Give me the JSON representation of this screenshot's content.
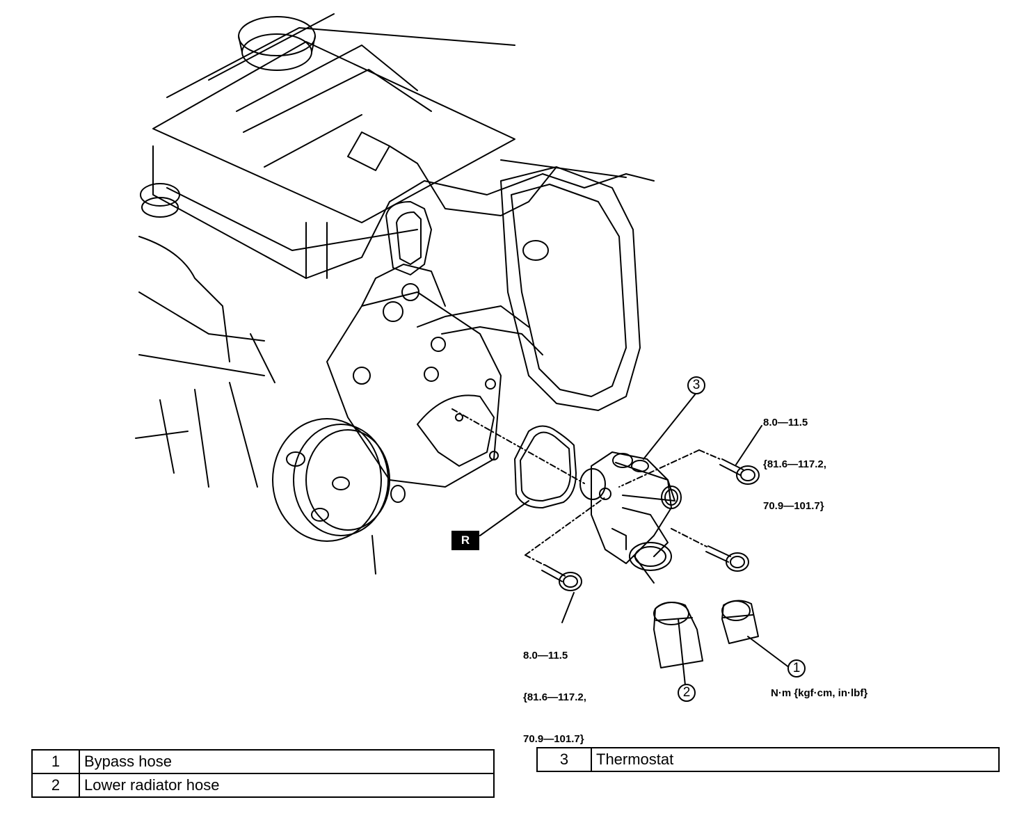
{
  "callouts": {
    "c1": "1",
    "c2": "2",
    "c3": "3"
  },
  "seal_marker": "R",
  "torque_upper": {
    "line1": "8.0—11.5",
    "line2": "{81.6—117.2,",
    "line3": "70.9—101.7}"
  },
  "torque_lower": {
    "line1": "8.0—11.5",
    "line2": "{81.6—117.2,",
    "line3": "70.9—101.7}"
  },
  "units": "N·m {kgf·cm, in·lbf}",
  "legend_left": [
    {
      "num": "1",
      "label": "Bypass hose"
    },
    {
      "num": "2",
      "label": "Lower radiator hose"
    }
  ],
  "legend_right": [
    {
      "num": "3",
      "label": "Thermostat"
    }
  ]
}
